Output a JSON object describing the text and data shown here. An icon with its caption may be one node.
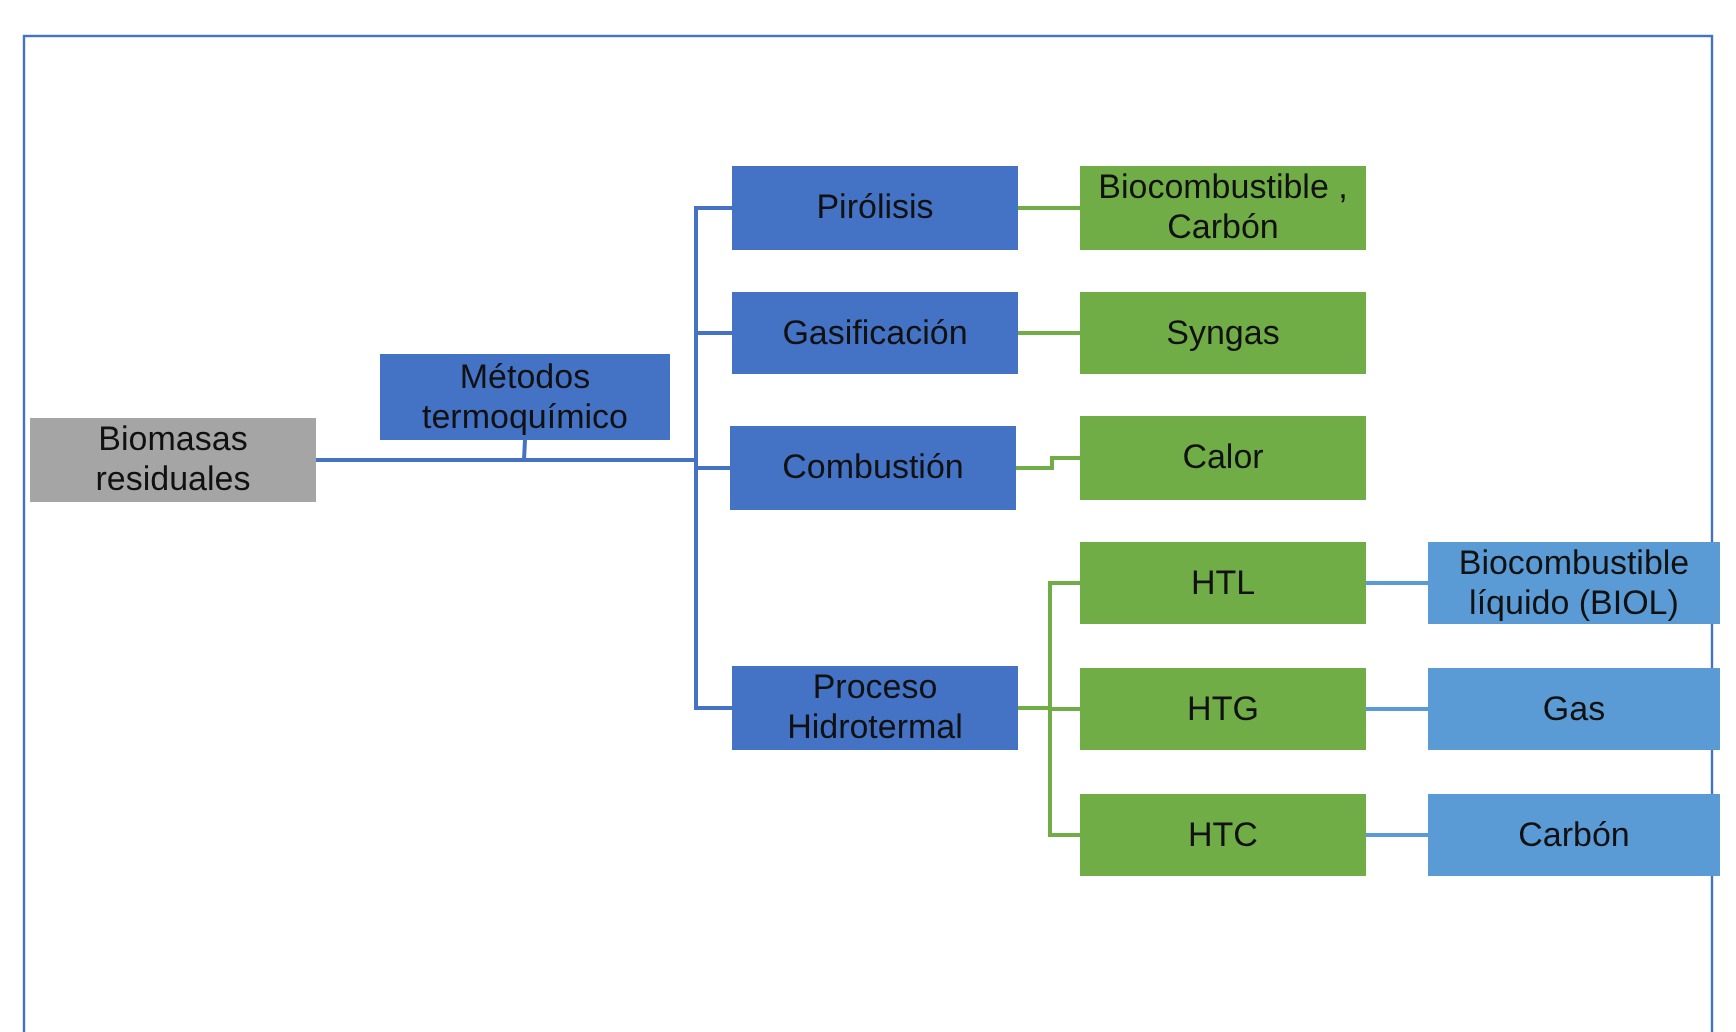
{
  "diagram": {
    "nodes": [
      {
        "text": [
          "Biomasas residuales"
        ]
      },
      {
        "text": [
          "Métodos termoquímico"
        ]
      },
      {
        "text": [
          "Pirólisis"
        ]
      },
      {
        "text": [
          "Gasificación"
        ]
      },
      {
        "text": [
          "Combustión"
        ]
      },
      {
        "text": [
          "Proceso Hidrotermal"
        ]
      },
      {
        "text": [
          "Biocombustible , Carbón"
        ]
      },
      {
        "text": [
          "Syngas"
        ]
      },
      {
        "text": [
          "Calor"
        ]
      },
      {
        "text": [
          "HTL"
        ]
      },
      {
        "text": [
          "HTG"
        ]
      },
      {
        "text": [
          "HTC"
        ]
      },
      {
        "text": [
          "Biocombustible líquido (BIOL)"
        ]
      },
      {
        "text": [
          "Gas"
        ]
      },
      {
        "text": [
          "Carbón"
        ]
      }
    ],
    "edges": [
      {
        "from": 0,
        "to": 2,
        "arrow": "none",
        "color": "#4472c4"
      },
      {
        "from": 0,
        "to": 3,
        "arrow": "none",
        "color": "#4472c4"
      },
      {
        "from": 0,
        "to": 4,
        "arrow": "none",
        "color": "#4472c4"
      },
      {
        "from": 0,
        "to": 5,
        "arrow": "none",
        "color": "#4472c4"
      },
      {
        "from": 1,
        "to": null,
        "arrow": "none",
        "color": "#4472c4"
      },
      {
        "from": 2,
        "to": 6,
        "arrow": "none"
      },
      {
        "from": 3,
        "to": 7,
        "arrow": "none"
      },
      {
        "from": 4,
        "to": 8,
        "arrow": "none"
      },
      {
        "from": 5,
        "to": 9,
        "arrow": "none"
      },
      {
        "from": 5,
        "to": 10,
        "arrow": "none"
      },
      {
        "from": 5,
        "to": 11,
        "arrow": "none"
      },
      {
        "from": 9,
        "to": 12,
        "arrow": "none",
        "color": "#5b9bd5"
      },
      {
        "from": 10,
        "to": 13,
        "arrow": "none",
        "color": "#5b9bd5"
      },
      {
        "from": 11,
        "to": 14,
        "arrow": "none",
        "color": "#5b9bd5"
      }
    ]
  }
}
